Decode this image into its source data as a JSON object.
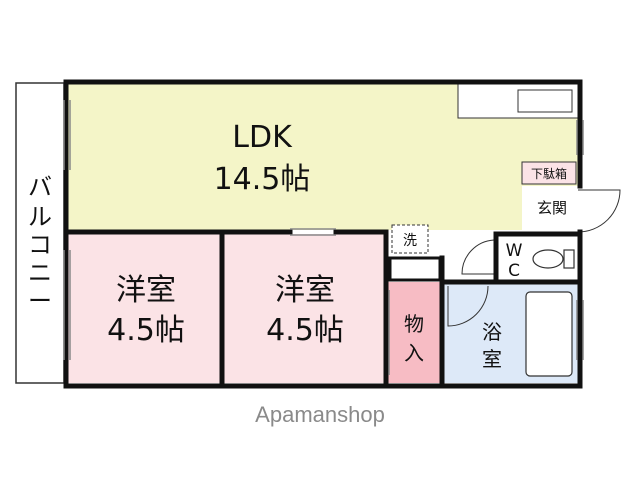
{
  "rooms": {
    "ldk": {
      "name": "LDK",
      "size": "14.5帖",
      "fill": "#f4f5c8"
    },
    "western1": {
      "name": "洋室",
      "size": "4.5帖",
      "fill": "#fbe3e6"
    },
    "western2": {
      "name": "洋室",
      "size": "4.5帖",
      "fill": "#fbe3e6"
    },
    "storage": {
      "name_line1": "物",
      "name_line2": "入",
      "fill": "#f7bcc4"
    },
    "bath": {
      "name_line1": "浴",
      "name_line2": "室",
      "fill": "#dde9f8"
    },
    "wc": {
      "name_line1": "W",
      "name_line2": "C"
    },
    "entrance": {
      "name": "玄関"
    },
    "shoebox": {
      "name": "下駄箱"
    },
    "laundry": {
      "name": "洗"
    },
    "balcony": {
      "chars": [
        "バ",
        "ル",
        "コ",
        "ニ",
        "ー"
      ]
    }
  },
  "watermark": "Apamanshop",
  "colors": {
    "wall": "#111111",
    "accent_red": "#e43a4a"
  }
}
